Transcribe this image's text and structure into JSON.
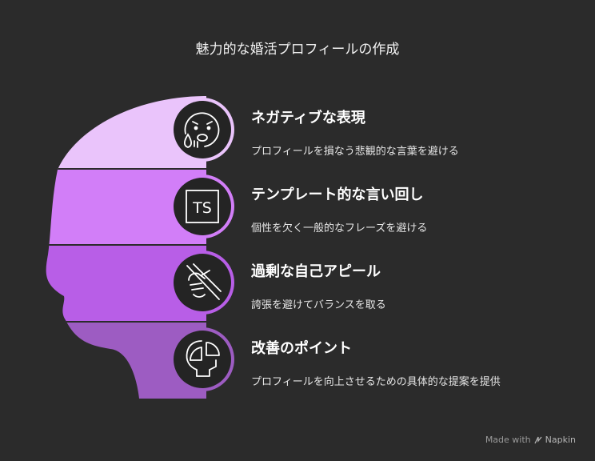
{
  "title": "魅力的な婚活プロフィールの作成",
  "colors": {
    "background": "#2b2b2b",
    "band1": "#eac4fb",
    "band2": "#d27ef8",
    "band3": "#b85ee7",
    "band4": "#9d5cc2",
    "circle_fill": "#242424"
  },
  "items": [
    {
      "title": "ネガティブな表現",
      "desc": "プロフィールを損なう悲観的な言葉を避ける",
      "icon": "sad-face-icon"
    },
    {
      "title": "テンプレート的な言い回し",
      "desc": "個性を欠く一般的なフレーズを避ける",
      "icon": "ts-template-icon"
    },
    {
      "title": "過剰な自己アピール",
      "desc": "誇張を避けてバランスを取る",
      "icon": "hand-pointer-icon"
    },
    {
      "title": "改善のポイント",
      "desc": "プロフィールを向上させるための具体的な提案を提供",
      "icon": "head-chart-icon"
    }
  ],
  "footer": {
    "made_with": "Made with",
    "brand": "Napkin"
  }
}
